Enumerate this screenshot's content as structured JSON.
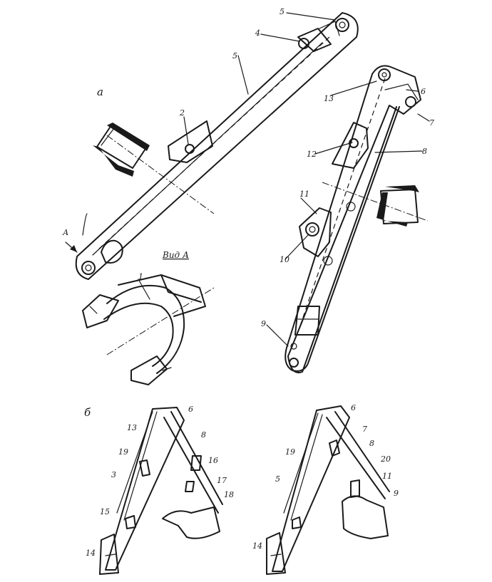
{
  "view_labels": {
    "a": "а",
    "b": "б",
    "view_a": "Вид А",
    "arrow_a": "А"
  },
  "callouts": {
    "c1": "1",
    "c2": "2",
    "c3": "3",
    "c4": "4",
    "c5": "5",
    "c6": "6",
    "c7": "7",
    "c8": "8",
    "c9": "9",
    "c10": "10",
    "c11": "11",
    "c12": "12",
    "c13": "13",
    "c14": "14",
    "c15": "15",
    "c16": "16",
    "c17": "17",
    "c18": "18",
    "c19": "19",
    "c20": "20"
  },
  "colors": {
    "ink": "#1a1a1a",
    "paper": "#ffffff"
  }
}
